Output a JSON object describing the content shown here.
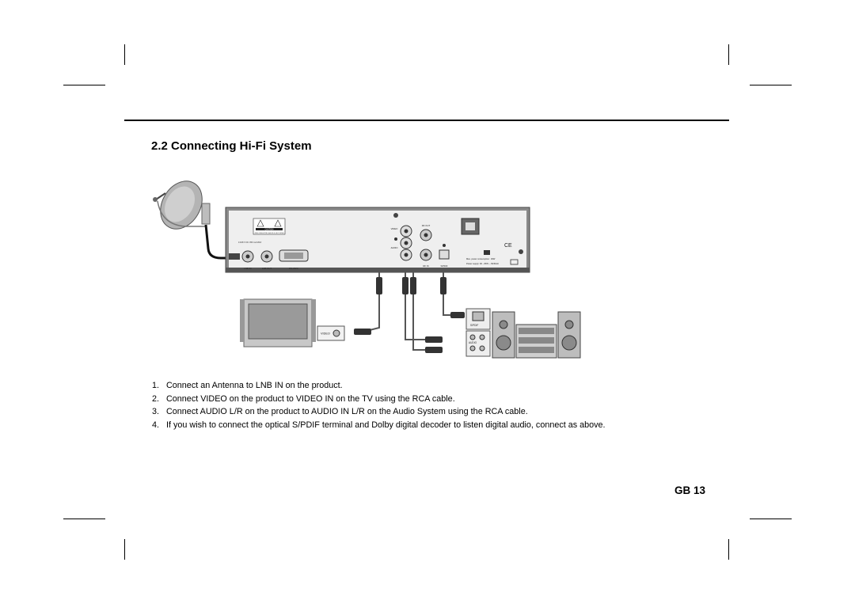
{
  "section": {
    "heading": "2.2 Connecting Hi-Fi System"
  },
  "figure": {
    "back_panel": {
      "caution_label": "CAUTION",
      "caution_text": "RISK OF ELECTRIC SHOCK DO NOT OPEN",
      "lnb_note": "13/18 V DC 350 mA MAX",
      "jack_labels": [
        "LNB IN",
        "LNB OUT",
        "RS-232C",
        "VIDEO",
        "AUDIO",
        "RF OUT",
        "RF IN",
        "S/PDIF"
      ],
      "power_text": "Max. power consumption : 30W",
      "power_supply": "Power supply: 90 - 250V ~ 50/60Hz",
      "ce_mark": "CE"
    },
    "tv": {
      "input_label": "VIDEO"
    },
    "audio_system": {
      "spdif_label": "S/PDIF",
      "audio_label": "AUDIO"
    }
  },
  "instructions": [
    {
      "num": "1.",
      "text": "Connect an Antenna to LNB IN on the product."
    },
    {
      "num": "2.",
      "text": "Connect VIDEO on the product to VIDEO IN on the TV using the RCA cable."
    },
    {
      "num": "3.",
      "text": "Connect AUDIO L/R on the product to AUDIO IN L/R on the Audio System using the RCA cable."
    },
    {
      "num": "4.",
      "text": "If you wish to connect the optical S/PDIF terminal and Dolby digital decoder to listen digital audio, connect as above."
    }
  ],
  "page_number": "GB 13"
}
